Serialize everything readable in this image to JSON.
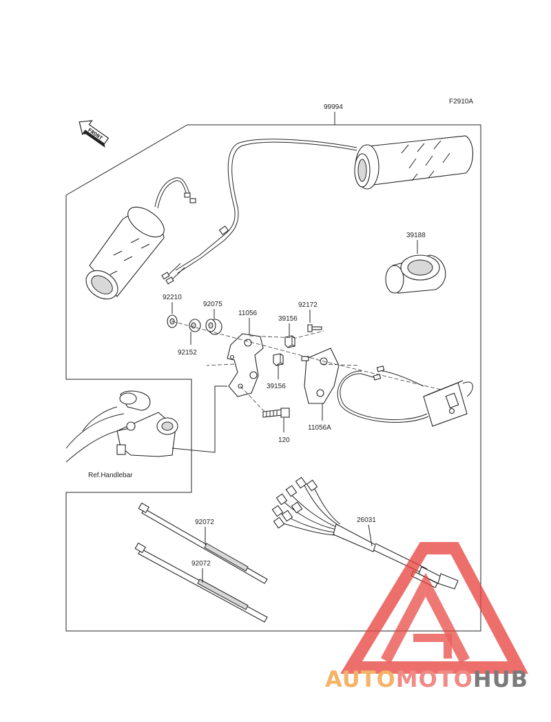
{
  "figure_code": "F2910A",
  "front_label": "FRONT",
  "ref_note": "Ref.Handlebar",
  "parts": {
    "kit": "99994",
    "collar": "39188",
    "washer": "92210",
    "bushing_a": "92075",
    "bushing_b": "92152",
    "bracket": "11056",
    "bolt_small": "92172",
    "pad_top": "39156",
    "pad_bottom": "39156",
    "bolt": "120",
    "bracket_a": "11056A",
    "tie_upper": "92072",
    "tie_lower": "92072",
    "harness": "26031"
  },
  "watermark": {
    "part1": "AUTO",
    "part2": "MOTO",
    "part3": "HUB"
  },
  "colors": {
    "watermark_red": "#e8443f",
    "watermark_orange": "#f4b366",
    "watermark_gray": "#7a7a7a"
  }
}
